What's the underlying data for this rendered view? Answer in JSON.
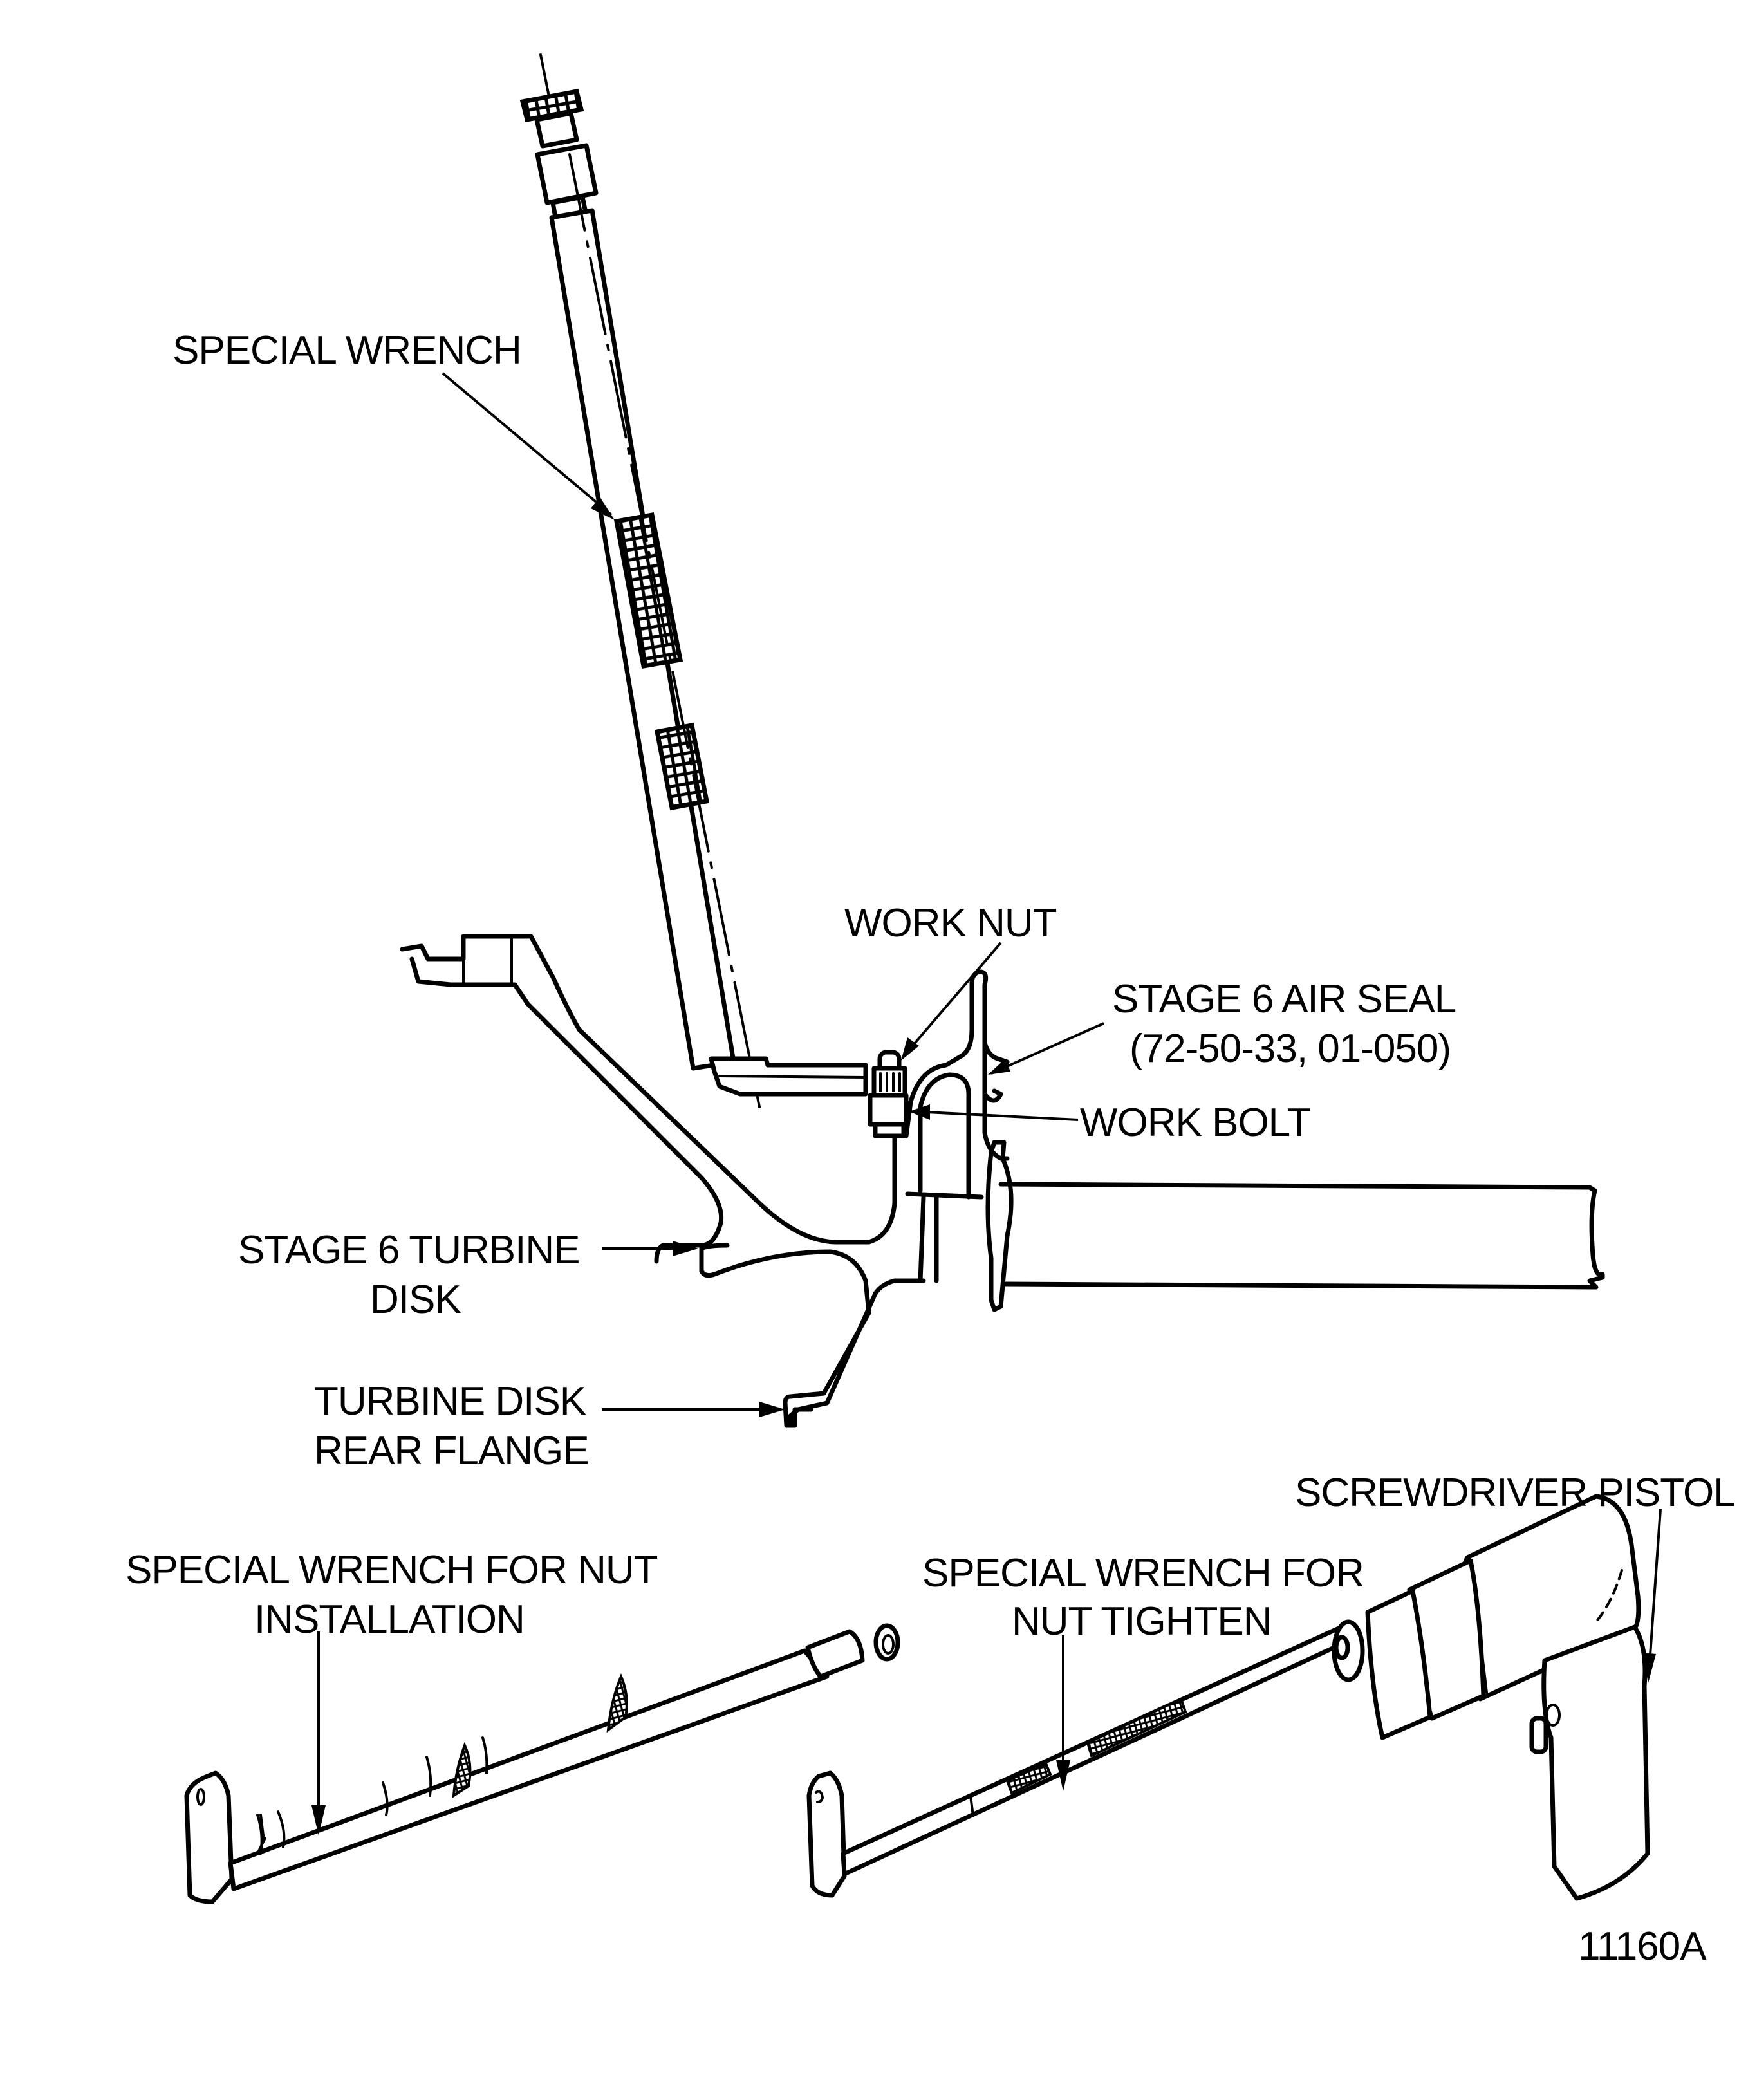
{
  "figure": {
    "id": "11160A",
    "colors": {
      "ink": "#000000",
      "paper": "#ffffff"
    }
  },
  "labels": {
    "special_wrench": "SPECIAL WRENCH",
    "work_nut": "WORK NUT",
    "stage6_air_seal_line1": "STAGE 6 AIR SEAL",
    "stage6_air_seal_line2": "(72-50-33, 01-050)",
    "work_bolt": "WORK BOLT",
    "stage6_turbine_disk_line1": "STAGE 6 TURBINE",
    "stage6_turbine_disk_line2": "DISK",
    "rear_flange_line1": "TURBINE DISK",
    "rear_flange_line2": "REAR FLANGE",
    "wrench_install_line1": "SPECIAL WRENCH FOR NUT",
    "wrench_install_line2": "INSTALLATION",
    "wrench_tighten_line1": "SPECIAL WRENCH FOR",
    "wrench_tighten_line2": "NUT TIGHTEN",
    "screwdriver_pistol": "SCREWDRIVER PISTOL"
  }
}
